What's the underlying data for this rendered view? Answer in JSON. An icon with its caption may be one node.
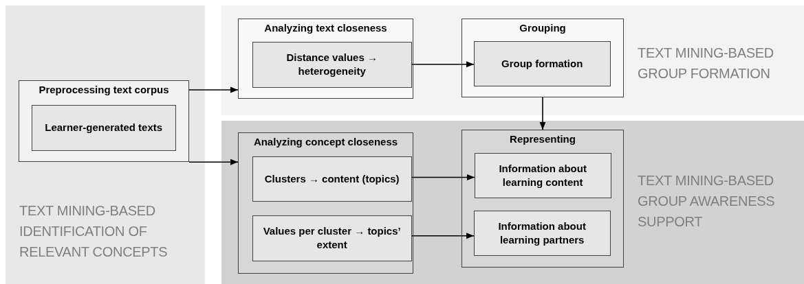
{
  "diagram": {
    "nodes": [
      {
        "text": [
          "TEXT MINING-BASED IDENTIFICATION OF RELEVANT CONCEPTS"
        ]
      },
      {
        "text": [
          "Preprocessing text corpus"
        ],
        "in": 0
      },
      {
        "text": [
          "Learner-generated texts"
        ],
        "in": 1
      },
      {
        "text": [
          "TEXT MINING-BASED GROUP FORMATION"
        ]
      },
      {
        "text": [
          "Analyzing text closeness"
        ],
        "in": 3
      },
      {
        "text": [
          "Distance values → heterogeneity"
        ],
        "in": 4
      },
      {
        "text": [
          "Grouping"
        ],
        "in": 3
      },
      {
        "text": [
          "Group formation"
        ],
        "in": 6
      },
      {
        "text": [
          "TEXT MINING-BASED GROUP AWARENESS SUPPORT"
        ]
      },
      {
        "text": [
          "Analyzing concept closeness"
        ],
        "in": 8
      },
      {
        "text": [
          "Clusters → content (topics)"
        ],
        "in": 9
      },
      {
        "text": [
          "Values per cluster → topics’ extent"
        ],
        "in": 9
      },
      {
        "text": [
          "Representing"
        ],
        "in": 8
      },
      {
        "text": [
          "Information about learning content"
        ],
        "in": 12
      },
      {
        "text": [
          "Information about learning partners"
        ],
        "in": 12
      }
    ],
    "edges": [
      {
        "from": 1,
        "to": 4,
        "arrow": "to"
      },
      {
        "from": 1,
        "to": 9,
        "arrow": "to"
      },
      {
        "from": 5,
        "to": 7,
        "arrow": "to"
      },
      {
        "from": 6,
        "to": 12,
        "arrow": "to"
      },
      {
        "from": 10,
        "to": 13,
        "arrow": "to"
      },
      {
        "from": 11,
        "to": 14,
        "arrow": "to"
      }
    ]
  }
}
